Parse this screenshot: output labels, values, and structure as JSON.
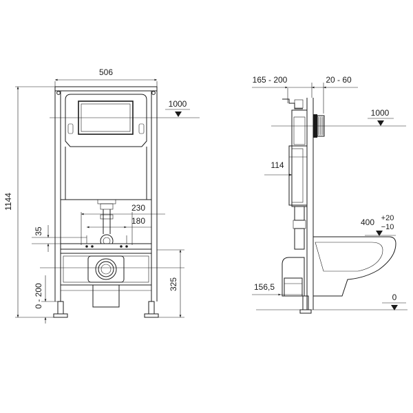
{
  "front_view": {
    "width_label": "506",
    "height_label": "1144",
    "actuator_height_label": "1000",
    "drain_spacing_outer_label": "230",
    "drain_spacing_inner_label": "180",
    "bolt_offset_label": "35",
    "outlet_height_label": "325",
    "leg_adjust_label": "0 - 200"
  },
  "side_view": {
    "depth_range_label": "165 - 200",
    "wall_range_label": "20 - 60",
    "actuator_height_label": "1000",
    "inlet_label": "114",
    "bowl_height_label": "400",
    "bowl_tol_plus": "+20",
    "bowl_tol_minus": "−10",
    "outlet_label": "156,5",
    "floor_label": "0"
  }
}
